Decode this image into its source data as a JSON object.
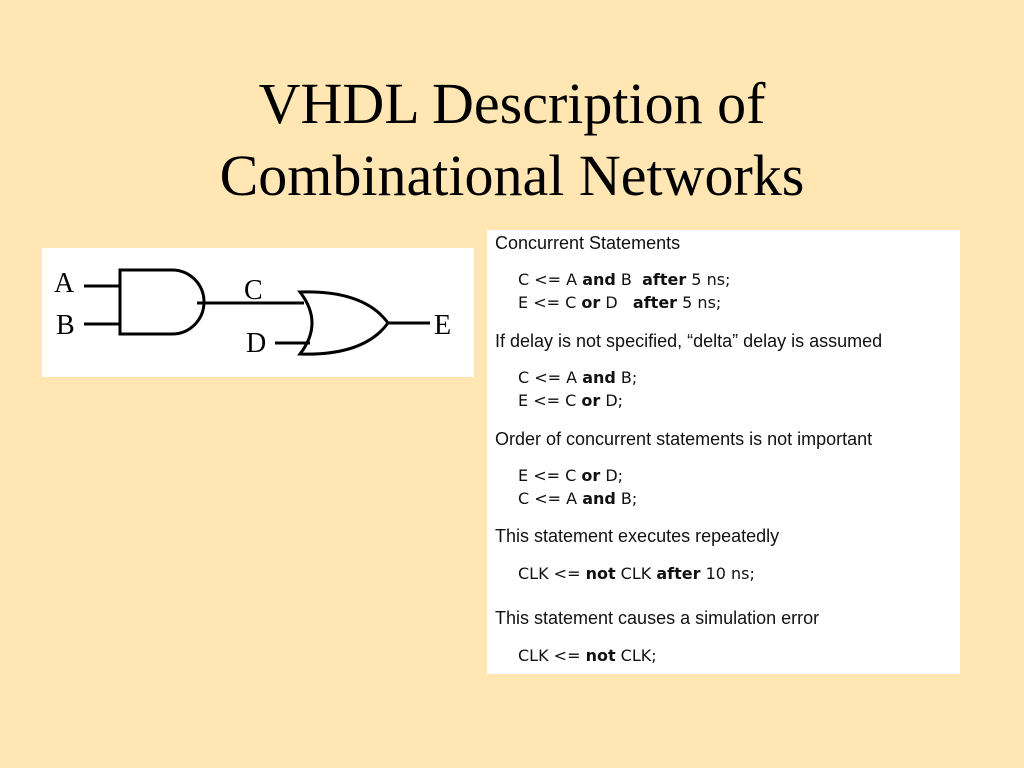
{
  "slide": {
    "title_line1": "VHDL Description of",
    "title_line2": "Combinational Networks"
  },
  "diagram": {
    "labels": {
      "a": "A",
      "b": "B",
      "c": "C",
      "d": "D",
      "e": "E"
    }
  },
  "notes": {
    "h1": "Concurrent Statements",
    "h2": "If delay is not specified, “delta” delay is assumed",
    "h3": "Order of concurrent statements is not important",
    "h4": "This statement executes repeatedly",
    "h5": "This statement causes a simulation error",
    "kw": {
      "and": "and",
      "or": "or",
      "after": "after",
      "not": "not"
    },
    "s1": {
      "l1a": "C <= A ",
      "l1b": " B  ",
      "l1c": " 5 ns;",
      "l2a": "E <= C ",
      "l2b": " D   ",
      "l2c": " 5 ns;"
    },
    "s2": {
      "l1a": "C <= A ",
      "l1b": " B;",
      "l2a": "E <= C ",
      "l2b": " D;"
    },
    "s3": {
      "l1a": "E <= C ",
      "l1b": " D;",
      "l2a": "C <= A ",
      "l2b": " B;"
    },
    "s4": {
      "a": "CLK <= ",
      "b": " CLK ",
      "c": " 10 ns;"
    },
    "s5": {
      "a": "CLK <= ",
      "b": " CLK;"
    }
  }
}
